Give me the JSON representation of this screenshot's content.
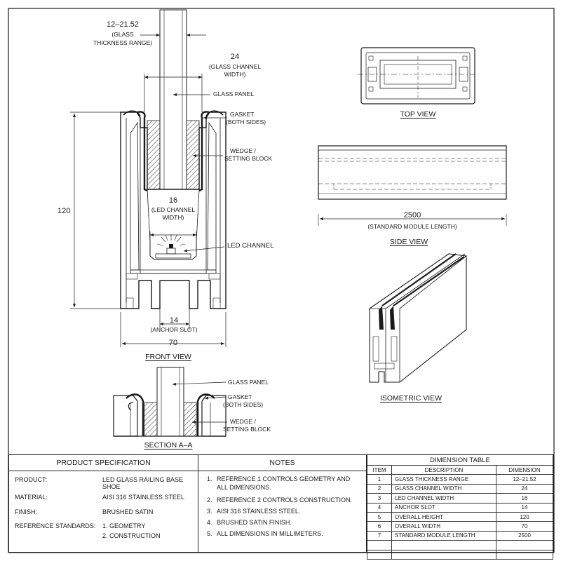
{
  "views": {
    "front_title": "FRONT VIEW",
    "top_title": "TOP VIEW",
    "side_title": "SIDE VIEW",
    "iso_title": "ISOMETRIC VIEW",
    "section_title": "SECTION A–A"
  },
  "front_view": {
    "glass_thickness": "12–21.52",
    "glass_thickness_label_1": "(GLASS",
    "glass_thickness_label_2": "THICKNESS RANGE)",
    "channel_width": "24",
    "channel_width_label_1": "(GLASS CHANNEL",
    "channel_width_label_2": "WIDTH)",
    "glass_panel": "GLASS PANEL",
    "gasket_1": "GASKET",
    "gasket_2": "(BOTH SIDES)",
    "wedge_1": "WEDGE /",
    "wedge_2": "SETTING BLOCK",
    "led_width": "16",
    "led_width_label_1": "(LED CHANNEL",
    "led_width_label_2": "WIDTH)",
    "led_channel": "LED CHANNEL",
    "height": "120",
    "anchor": "14",
    "anchor_label": "(ANCHOR SLOT)",
    "overall_width": "70"
  },
  "side_view": {
    "length": "2500",
    "length_label": "(STANDARD MODULE LENGTH)"
  },
  "section_view": {
    "glass_panel": "GLASS PANEL",
    "gasket_1": "GASKET",
    "gasket_2": "(BOTH SIDES)",
    "wedge_1": "WEDGE /",
    "wedge_2": "SETTING BLOCK"
  },
  "spec": {
    "heading": "PRODUCT SPECIFICATION",
    "rows": [
      {
        "key": "PRODUCT:",
        "value": "LED GLASS RAILING BASE SHOE"
      },
      {
        "key": "MATERIAL:",
        "value": "AISI 316 STAINLESS STEEL"
      },
      {
        "key": "FINISH:",
        "value": "BRUSHED SATIN"
      },
      {
        "key": "REFERENCE STANDARDS:",
        "value": "1. GEOMETRY"
      }
    ],
    "extra_value": "2. CONSTRUCTION"
  },
  "notes": {
    "heading": "NOTES",
    "items": [
      {
        "n": "1.",
        "text": "REFERENCE 1 CONTROLS GEOMETRY AND ALL DIMENSIONS."
      },
      {
        "n": "2.",
        "text": "REFERENCE 2 CONTROLS CONSTRUCTION."
      },
      {
        "n": "3.",
        "text": "AISI 316 STAINLESS STEEL."
      },
      {
        "n": "4.",
        "text": "BRUSHED SATIN FINISH."
      },
      {
        "n": "5.",
        "text": "ALL DIMENSIONS IN MILLIMETERS."
      }
    ]
  },
  "dimension_table": {
    "title": "DIMENSION TABLE",
    "headers": [
      "ITEM",
      "DESCRIPTION",
      "DIMENSION"
    ],
    "rows": [
      [
        "1",
        "GLASS THICKNESS RANGE",
        "12–21.52"
      ],
      [
        "2",
        "GLASS CHANNEL WIDTH",
        "24"
      ],
      [
        "3",
        "LED CHANNEL WIDTH",
        "16"
      ],
      [
        "4",
        "ANCHOR SLOT",
        "14"
      ],
      [
        "5",
        "OVERALL HEIGHT",
        "120"
      ],
      [
        "6",
        "OVERALL WIDTH",
        "70"
      ],
      [
        "7",
        "STANDARD MODULE LENGTH",
        "2500"
      ]
    ],
    "empty_rows": 2
  }
}
